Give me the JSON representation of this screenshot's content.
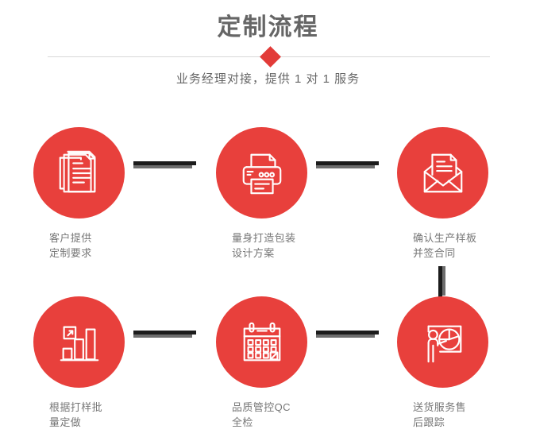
{
  "header": {
    "title": "定制流程",
    "subtitle": "业务经理对接，提供 1 对 1 服务",
    "divider_icon": "diamond-icon",
    "accent_color": "#e23b38",
    "title_color": "#666666",
    "divider_color": "#d8d8d8"
  },
  "theme": {
    "circle_color": "#e8403c",
    "connector_dark": "#1c1c1c",
    "connector_shadow": "#6d6d6d",
    "label_color": "#777777",
    "background": "#ffffff"
  },
  "steps": [
    {
      "index": "1",
      "icon": "documents-stack-icon",
      "label": "客户提供\n定制要求"
    },
    {
      "index": "2",
      "icon": "printer-icon",
      "label": "量身打造包装\n设计方案"
    },
    {
      "index": "3",
      "icon": "envelope-document-icon",
      "label": "确认生产样板\n并签合同"
    },
    {
      "index": "4",
      "icon": "bar-chart-growth-icon",
      "label": "根据打样批\n量定做"
    },
    {
      "index": "5",
      "icon": "calendar-check-icon",
      "label": "品质管控QC\n全检"
    },
    {
      "index": "6",
      "icon": "presentation-pie-chart-icon",
      "label": "送货服务售\n后跟踪"
    }
  ],
  "connectors": [
    {
      "orientation": "horizontal",
      "from": "1",
      "to": "2"
    },
    {
      "orientation": "horizontal",
      "from": "2",
      "to": "3"
    },
    {
      "orientation": "vertical",
      "from": "3",
      "to": "6"
    },
    {
      "orientation": "horizontal",
      "from": "4",
      "to": "5"
    },
    {
      "orientation": "horizontal",
      "from": "5",
      "to": "6"
    }
  ]
}
